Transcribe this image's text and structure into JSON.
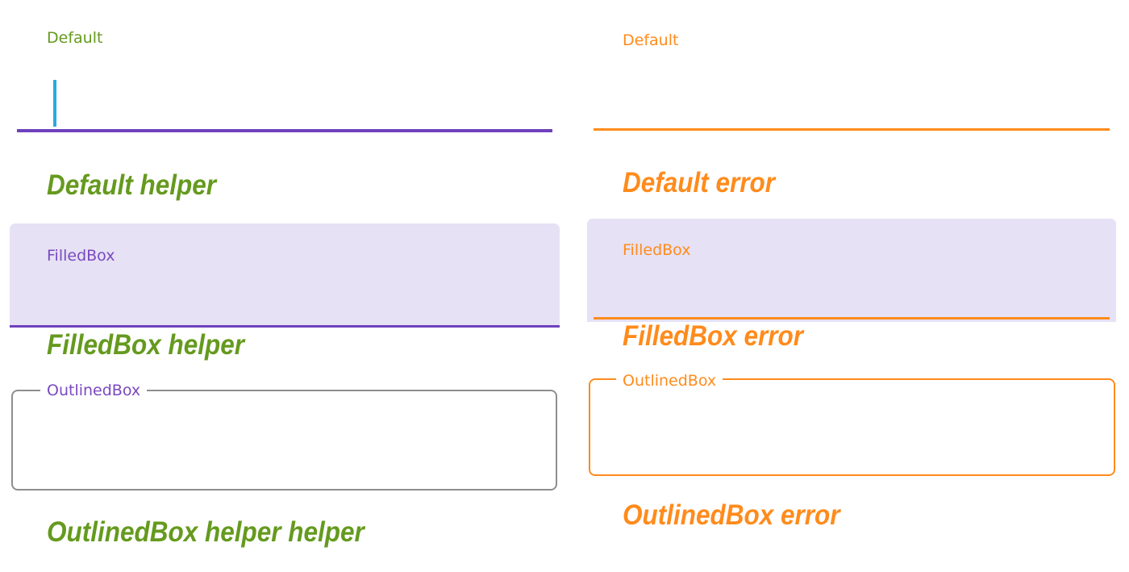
{
  "colors": {
    "helper_green": "#659a1e",
    "label_purple": "#7a49c0",
    "focus_purple": "#6f41bd",
    "error_orange": "#ff8b1c",
    "cursor_blue": "#2aa9e0",
    "filled_background": "#e6e1f4",
    "outline_gray": "#8e8e8e"
  },
  "left_column": {
    "default_field": {
      "label": "Default",
      "helper": "Default helper"
    },
    "filled_field": {
      "label": "FilledBox",
      "helper": "FilledBox helper"
    },
    "outlined_field": {
      "label": "OutlinedBox",
      "helper": "OutlinedBox helper helper"
    }
  },
  "right_column": {
    "default_field": {
      "label": "Default",
      "error": "Default error"
    },
    "filled_field": {
      "label": "FilledBox",
      "error": "FilledBox error"
    },
    "outlined_field": {
      "label": "OutlinedBox",
      "error": "OutlinedBox error"
    }
  }
}
